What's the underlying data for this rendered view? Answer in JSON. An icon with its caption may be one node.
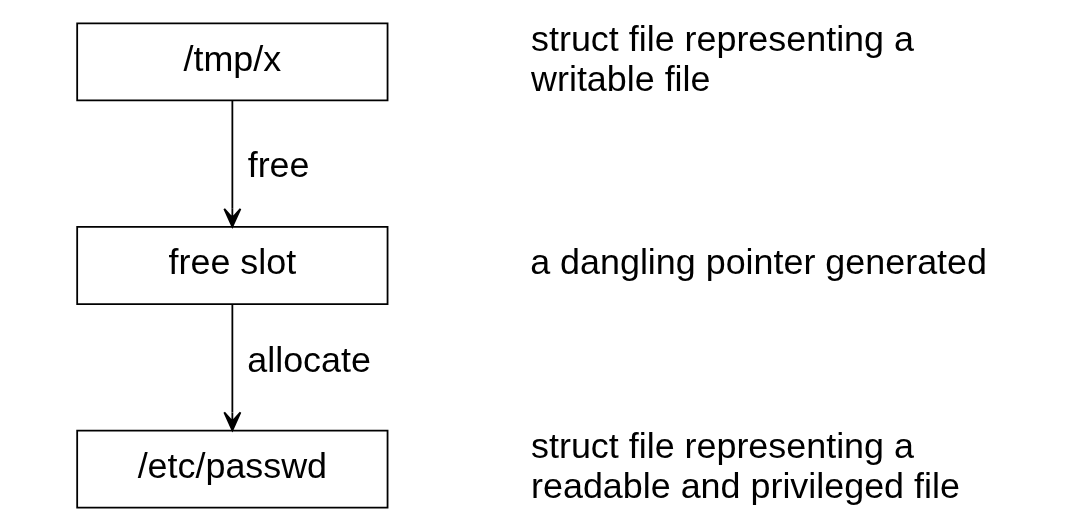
{
  "diagram": {
    "nodes": [
      {
        "text": [
          "/tmp/x"
        ],
        "beside": [
          "struct file representing a writable file"
        ]
      },
      {
        "text": [
          "free slot"
        ],
        "beside": [
          "a dangling pointer generated"
        ]
      },
      {
        "text": [
          "/etc/passwd"
        ],
        "beside": [
          "struct file representing a readable and privileged file"
        ]
      }
    ],
    "edges": [
      {
        "from": 0,
        "to": 1,
        "arrow": "to",
        "label": "free"
      },
      {
        "from": 1,
        "to": 2,
        "arrow": "to",
        "label": "allocate"
      }
    ]
  }
}
